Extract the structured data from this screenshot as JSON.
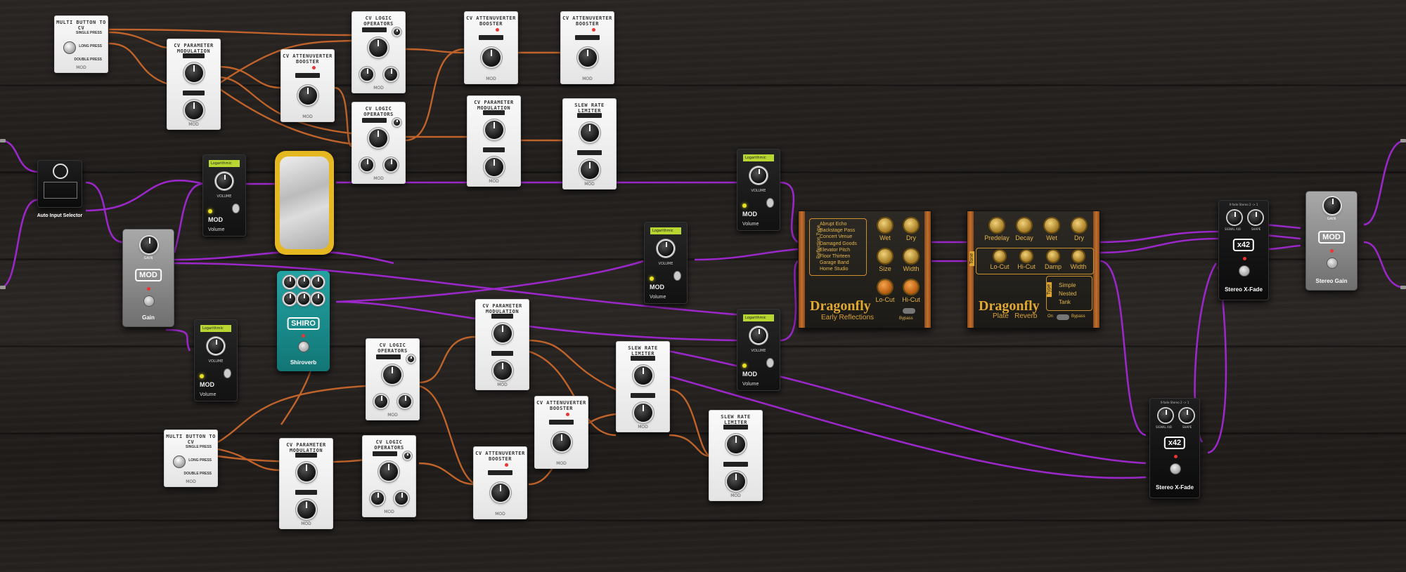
{
  "multi_button": {
    "title": "MULTI BUTTON TO CV",
    "rows": [
      "SINGLE PRESS",
      "LONG PRESS",
      "DOUBLE PRESS"
    ],
    "brand": "MOD"
  },
  "cv_param": {
    "title": "CV PARAMETER MODULATION",
    "brand": "MOD"
  },
  "cv_atten": {
    "title": "CV ATTENUVERTER BOOSTER",
    "brand": "MOD"
  },
  "cv_logic": {
    "title": "CV LOGIC OPERATORS",
    "brand": "MOD"
  },
  "slew": {
    "title": "SLEW RATE LIMITER",
    "brand": "MOD"
  },
  "auto_input": {
    "caption": "Auto Input Selector"
  },
  "volume": {
    "display": "Logarithmic",
    "knob_label": "VOLUME",
    "brand": "MOD",
    "name": "Volume"
  },
  "gain_pedal": {
    "knob_label": "GAIN",
    "badge": "MOD",
    "name": "Gain"
  },
  "stereo_gain": {
    "knob_label": "GAIN",
    "badge": "MOD",
    "name": "Stereo Gain"
  },
  "shiro": {
    "badge": "SHIRO",
    "name": "Shiroverb"
  },
  "xfade": {
    "header": "X-fade Stereo 2 -> 1",
    "k1": "SIGNAL A/B",
    "k2": "SHAPE",
    "badge": "x42",
    "name": "Stereo X-Fade"
  },
  "dragonfly_er": {
    "type_label": "Reflection Type",
    "types": [
      "Abrupt Echo",
      "Backstage Pass",
      "Concert Venue",
      "Damaged Goods",
      "Elevator Pitch",
      "Floor Thirteen",
      "Garage Band",
      "Home Studio"
    ],
    "knobs": [
      "Wet",
      "Dry",
      "Size",
      "Width",
      "Lo-Cut",
      "Hi-Cut"
    ],
    "title": "Dragonfly",
    "subtitle": "Early Reflections",
    "bypass": "Bypass"
  },
  "dragonfly_plate": {
    "knobs_top": [
      "Predelay",
      "Decay",
      "Wet",
      "Dry"
    ],
    "tone_label": "Tone",
    "knobs_bottom": [
      "Lo-Cut",
      "Hi-Cut",
      "Damp",
      "Width"
    ],
    "title": "Dragonfly",
    "subtitle": "Plate   Reverb",
    "type_label": "Type",
    "types": [
      "Simple",
      "Nested",
      "Tank"
    ],
    "on": "On",
    "bypass": "Bypass"
  },
  "colors": {
    "orange_cable": "#c8672c",
    "purple_cable": "#9a27c7",
    "dragonfly_gold": "#e0a832",
    "shiro_teal": "#1f9a9a"
  }
}
